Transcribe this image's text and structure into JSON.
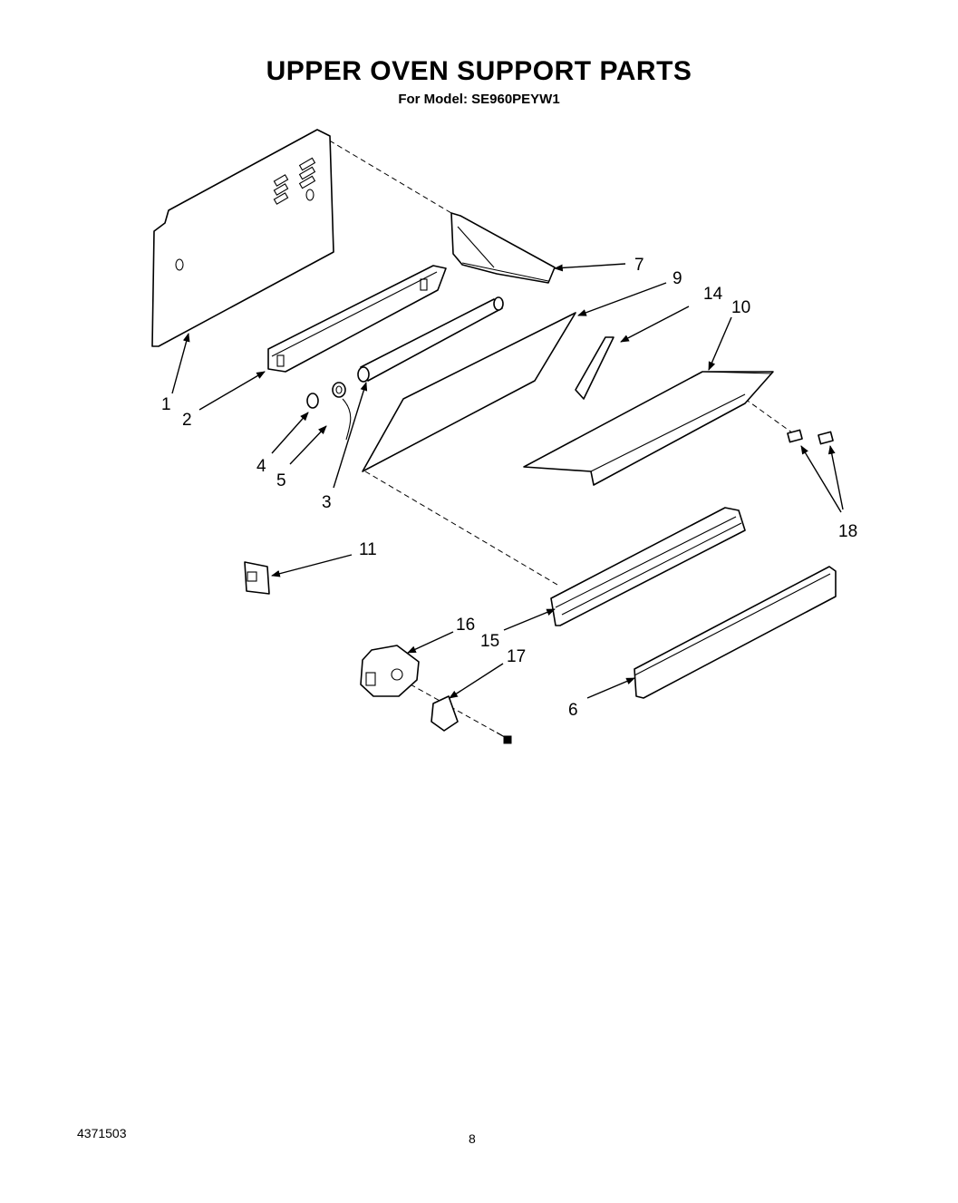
{
  "title": "UPPER OVEN SUPPORT PARTS",
  "subtitle": "For Model: SE960PEYW1",
  "footer": {
    "doc_number": "4371503",
    "page_number": "8"
  },
  "callouts": [
    "1",
    "2",
    "3",
    "4",
    "5",
    "6",
    "7",
    "9",
    "10",
    "11",
    "14",
    "15",
    "16",
    "17",
    "18"
  ]
}
